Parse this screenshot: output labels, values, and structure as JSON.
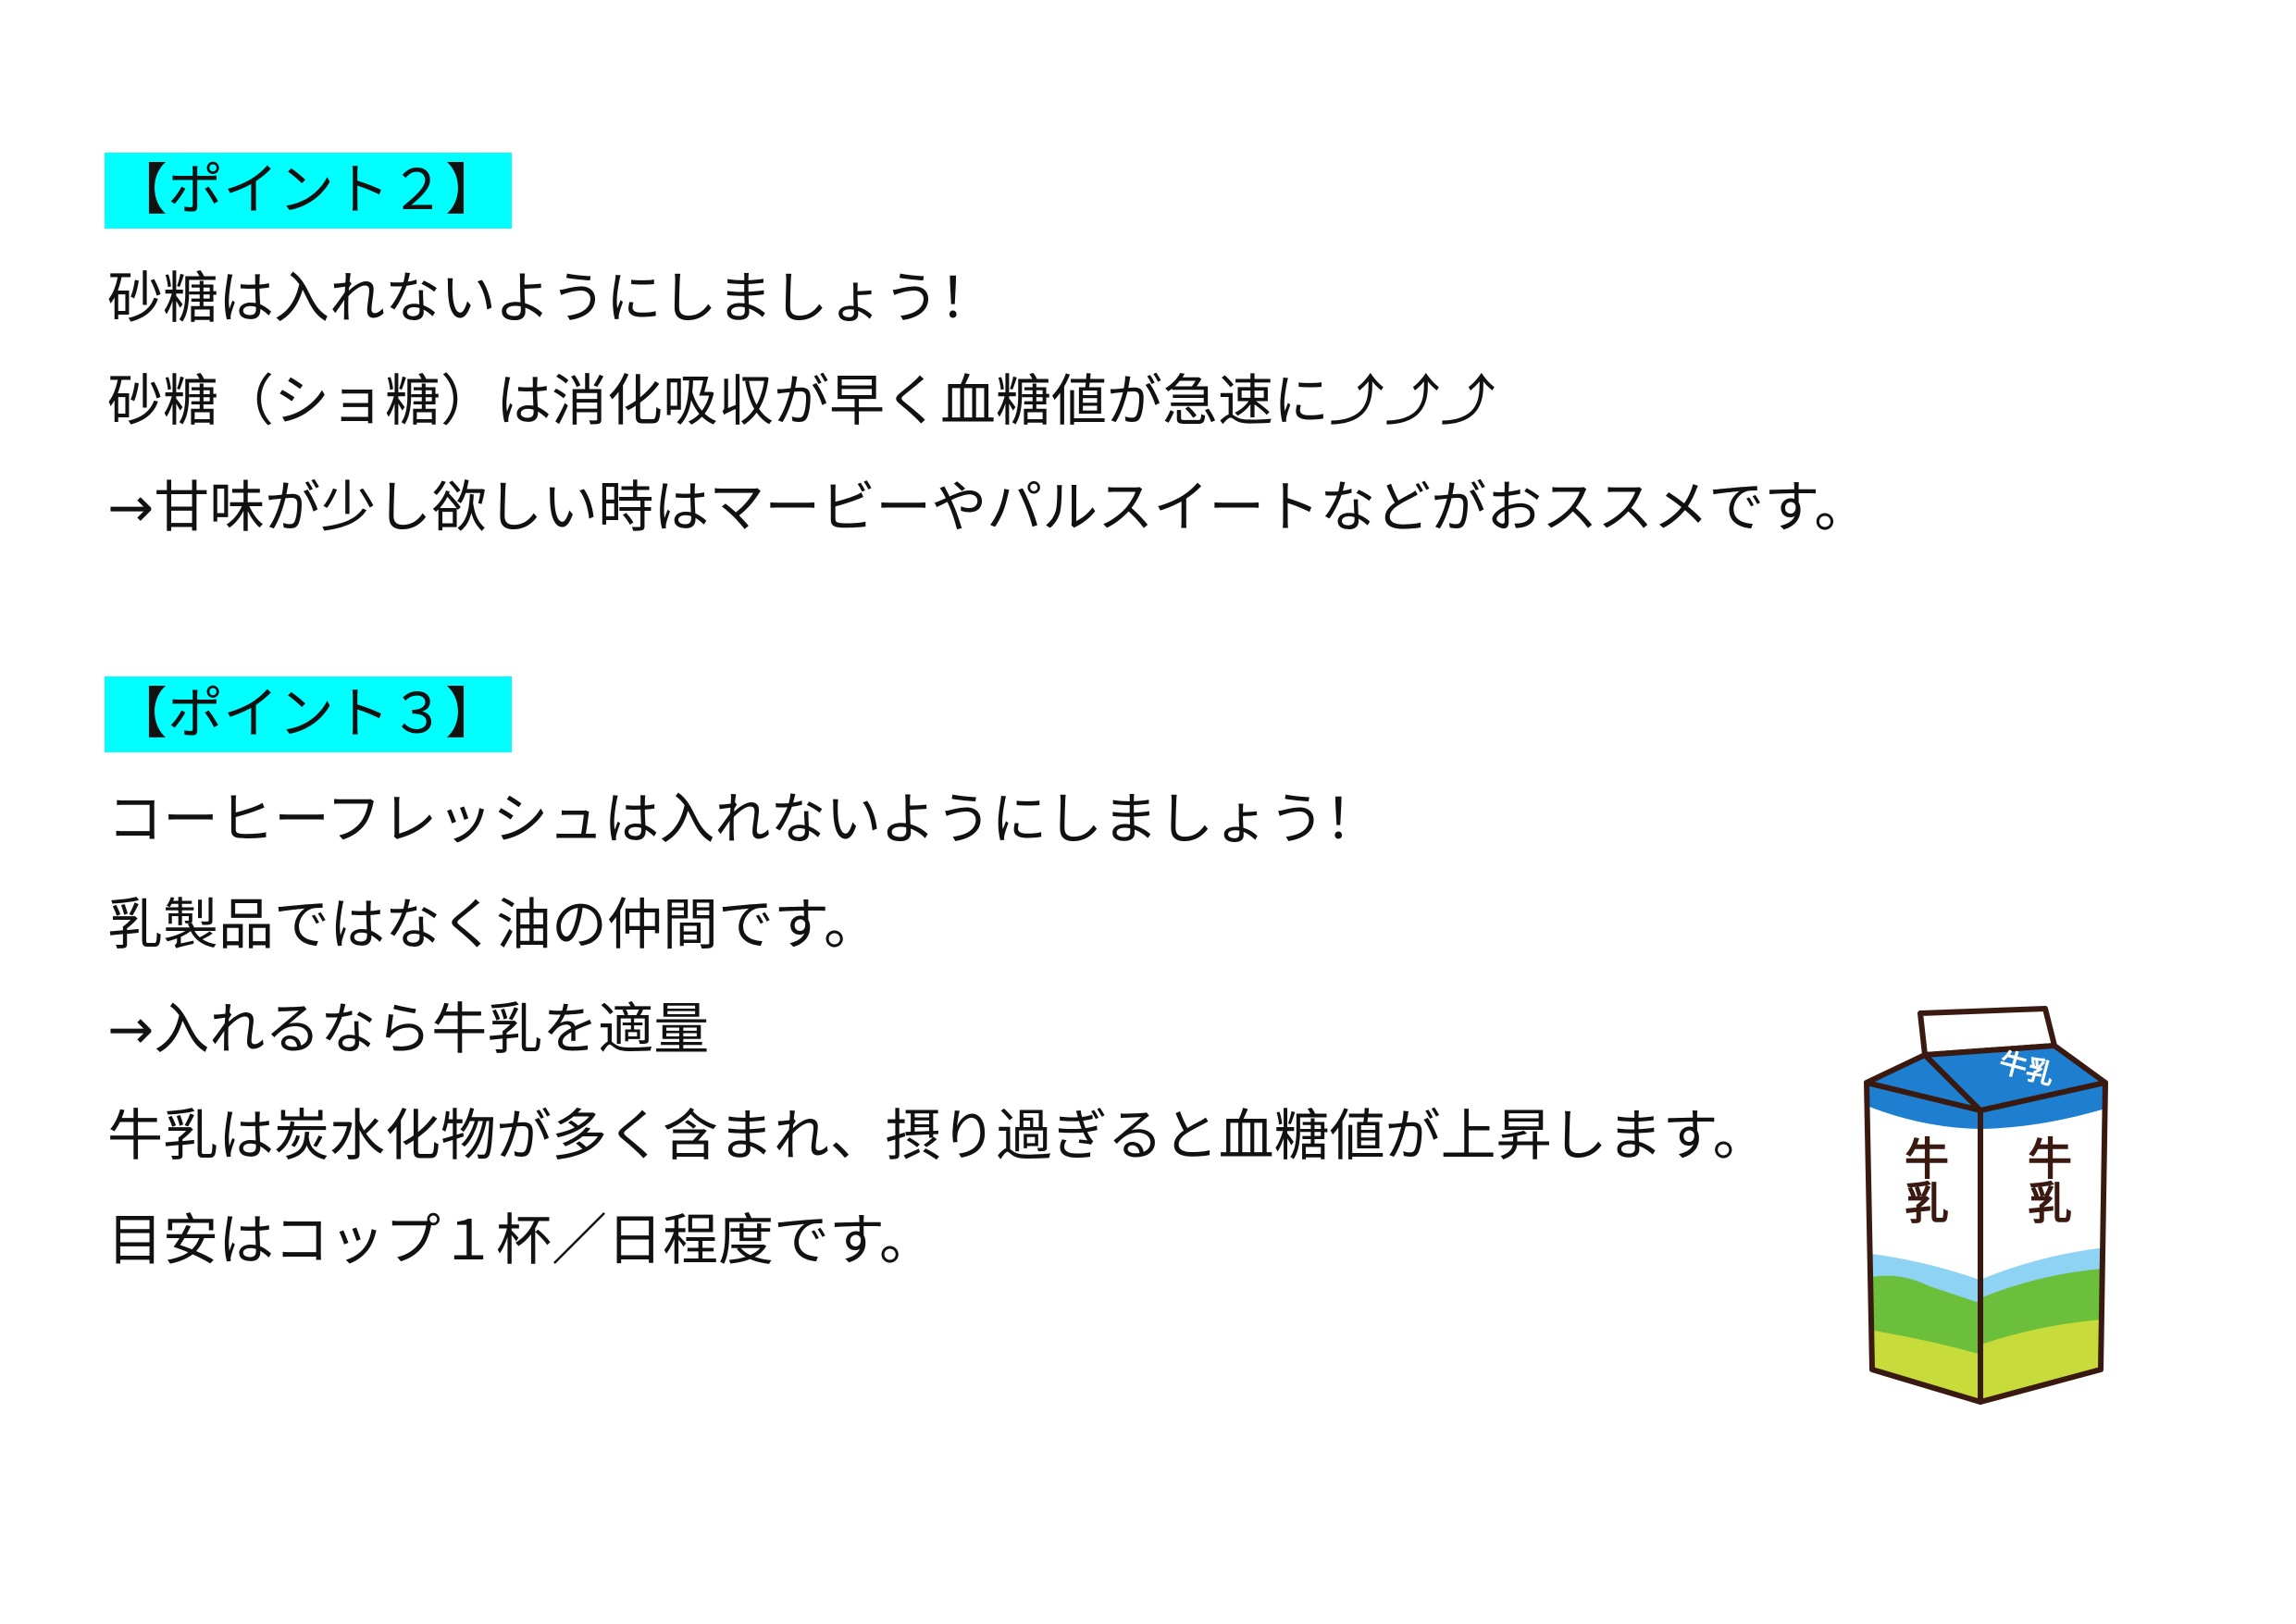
{
  "sections": [
    {
      "heading": "【ポイント２】",
      "lines": [
        "砂糖は入れないようにしましょう！",
        "砂糖（ショ糖）は消化吸収が早く血糖値が急速に⤴⤴⤴",
        "→甘味が少し欲しい時はマービーやパルスイートなどがおススメです。"
      ]
    },
    {
      "heading": "【ポイント３】",
      "lines": [
        "コーヒーフレッシュは入れないようにしましょう！",
        "乳製品ではなく油の仲間です。",
        "→入れるなら牛乳を適量",
        "牛乳は炭水化物が多く含まれ、摂り過ぎると血糖値が上昇します。",
        "目安はコップ１杯／日程度です。"
      ]
    }
  ],
  "illustration": {
    "label": "牛乳",
    "colors": {
      "highlight": "#00ffff",
      "carton_blue": "#1e7fd0",
      "sky": "#8fd3f4",
      "grass": "#8cc63f"
    }
  }
}
